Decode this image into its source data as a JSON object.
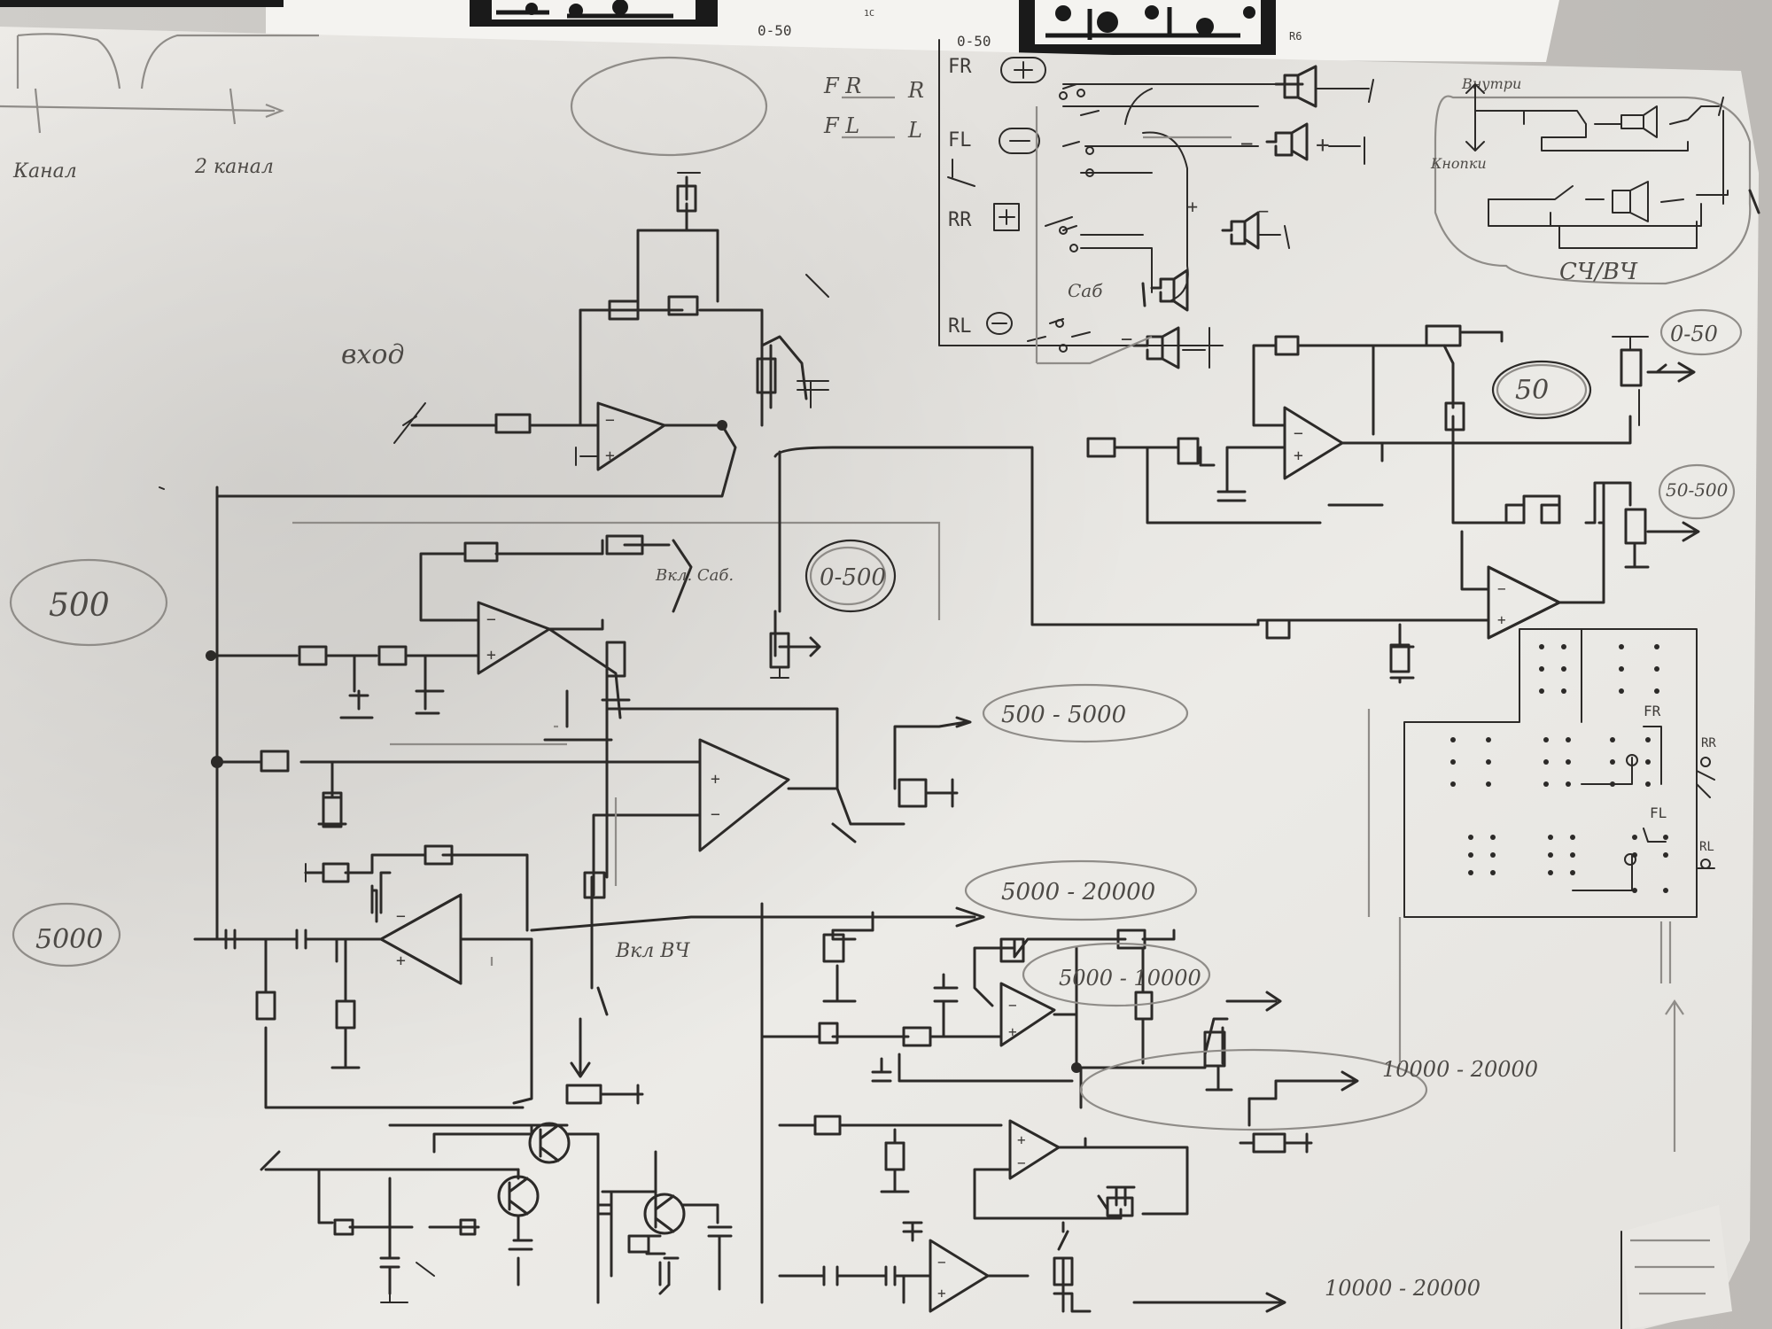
{
  "labels": {
    "top_left_1": "Канал",
    "top_left_2": "2 канал",
    "input": "вход",
    "range_0_500": "0-500",
    "band_500": "500",
    "band_5000": "5000",
    "range_500_5000": "500 - 5000",
    "range_5000_20000": "5000 - 20000",
    "range_5000_10000": "5000 - 10000",
    "range_10000_20000_a": "10000 - 20000",
    "range_10000_20000_b": "10000 - 20000",
    "range_0_50": "0-50",
    "band_50": "50",
    "range_50_500": "50-500",
    "sub_switch": "Вкл. Саб.",
    "hf_switch": "Вкл ВЧ",
    "sub": "Саб",
    "mid_high": "СЧ/ВЧ",
    "inside": "Внутри",
    "outside": "Кнопки",
    "fr_r": "F R",
    "fr_l": "F L",
    "R": "R",
    "L": "L",
    "FR": "FR",
    "FL": "FL",
    "RR": "RR",
    "RL": "RL",
    "FR_small": "FR",
    "FL_small": "FL",
    "RR_small": "RR",
    "RL_small": "RL",
    "pcb_top_1": "0-50",
    "pcb_top_2": "0-50",
    "pcb_r6": "R6",
    "pcb_mark": "1C"
  }
}
